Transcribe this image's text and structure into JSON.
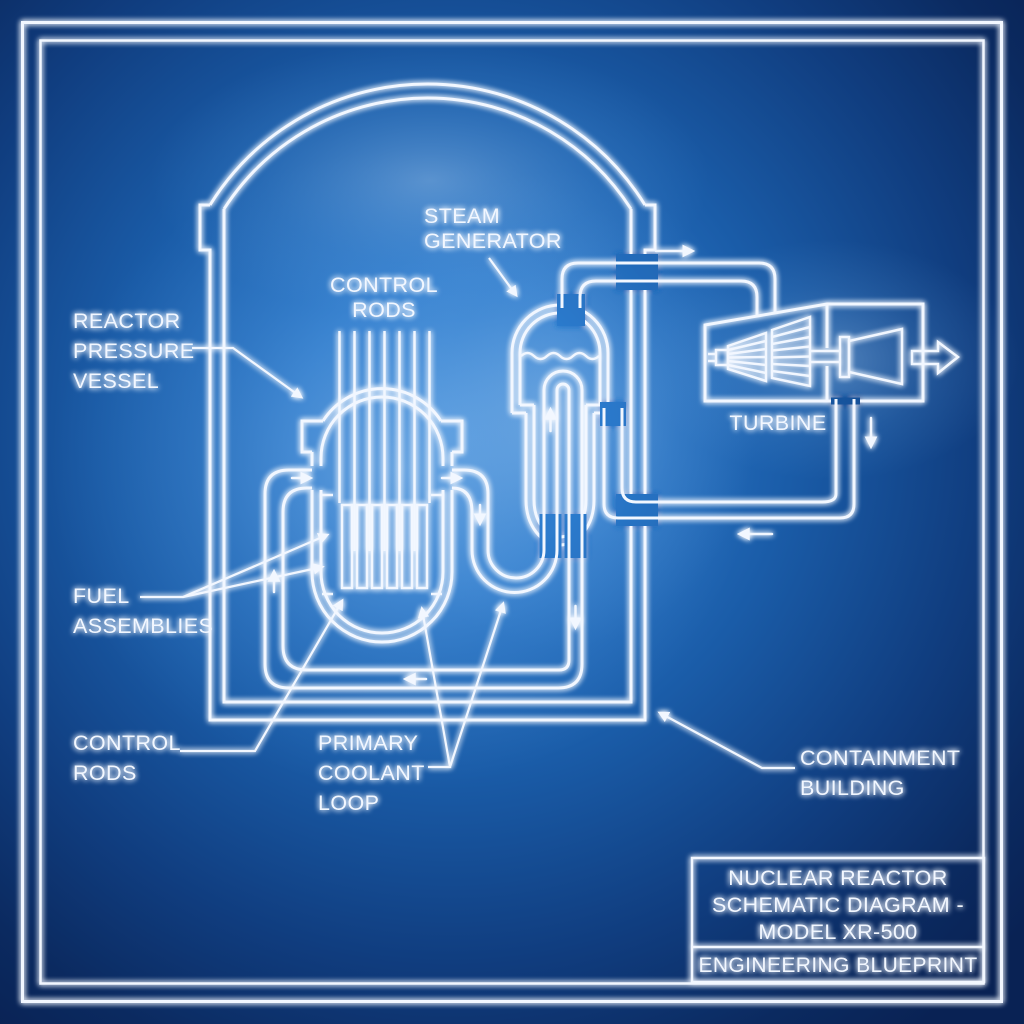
{
  "drawing": {
    "type": "engineering-blueprint",
    "labels": {
      "steam_generator": {
        "lines": [
          "STEAM",
          "GENERATOR"
        ]
      },
      "control_rods_top": {
        "lines": [
          "CONTROL",
          "RODS"
        ]
      },
      "reactor_pressure_vessel": {
        "lines": [
          "REACTOR",
          "PRESSURE",
          "VESSEL"
        ]
      },
      "turbine": {
        "lines": [
          "TURBINE"
        ]
      },
      "fuel_assemblies": {
        "lines": [
          "FUEL",
          "ASSEMBLIES"
        ]
      },
      "control_rods_bottom": {
        "lines": [
          "CONTROL",
          "RODS"
        ]
      },
      "primary_coolant_loop": {
        "lines": [
          "PRIMARY",
          "COOLANT",
          "LOOP"
        ]
      },
      "containment_building": {
        "lines": [
          "CONTAINMENT",
          "BUILDING"
        ]
      }
    },
    "title_block": {
      "title_lines": [
        "NUCLEAR REACTOR",
        "SCHEMATIC DIAGRAM -",
        "MODEL XR-500"
      ],
      "subtitle": "ENGINEERING BLUEPRINT"
    },
    "colors": {
      "line": "#f2f7ff",
      "bg_bright": "#3f8cda",
      "bg_mid": "#1a5ca8",
      "bg_dark": "#092254"
    }
  }
}
